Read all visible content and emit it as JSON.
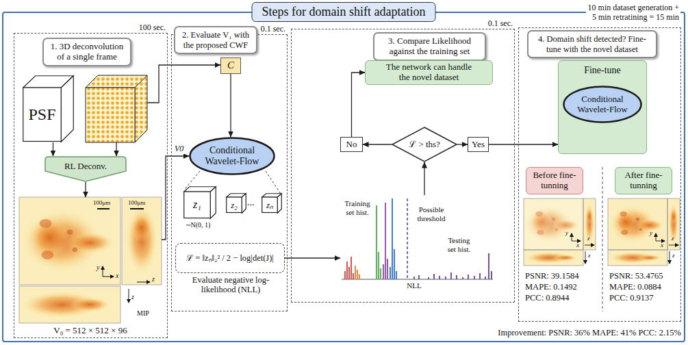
{
  "diagram": {
    "title": "Steps for domain shift adaptation",
    "nodes": [
      {
        "text": [
          "100 sec."
        ]
      },
      {
        "text": [
          "1. 3D deconvolution of a single frame"
        ],
        "in": 0
      },
      {
        "text": [
          "PSF"
        ],
        "in": 0
      },
      {
        "text": [
          "RL Deconv."
        ],
        "in": 0
      },
      {
        "text": [
          "V₀ = 512 × 512 × 96"
        ],
        "in": 0
      },
      {
        "text": [
          "0.1 sec."
        ]
      },
      {
        "text": [
          "2. Evaluate V₁ with the proposed CWF"
        ],
        "in": 5
      },
      {
        "text": [
          "C"
        ],
        "in": 5
      },
      {
        "text": [
          "Conditional Wavelet-Flow"
        ],
        "in": 5
      },
      {
        "text": [
          "z₁",
          "∼N(0, 1)"
        ],
        "in": 5
      },
      {
        "text": [
          "z₂"
        ],
        "in": 5
      },
      {
        "text": [
          "zₙ"
        ],
        "in": 5
      },
      {
        "text": [
          "ℒ = ‖zₙ‖₂² / 2 − log|det(J)|",
          "Evaluate negative log-likelihood (NLL)"
        ],
        "in": 5
      },
      {
        "text": [
          "0.1 sec."
        ]
      },
      {
        "text": [
          "3. Compare Likelihood against the training set"
        ],
        "in": 13
      },
      {
        "text": [
          "The network can handle the novel dataset"
        ],
        "in": 13
      },
      {
        "text": [
          "No"
        ],
        "in": 13
      },
      {
        "text": [
          "ℒ > ths?"
        ],
        "in": 13
      },
      {
        "text": [
          "Yes"
        ],
        "in": 13
      },
      {
        "text": [
          "Training set hist.",
          "Possible threshold",
          "Testing set hist.",
          "NLL"
        ],
        "in": 13
      },
      {
        "text": [
          "10 min dataset generation + 5 min retratining = 15 min"
        ]
      },
      {
        "text": [
          "4. Domain shift detected? Fine-tune with the novel dataset"
        ],
        "in": 20
      },
      {
        "text": [
          "Fine-tune"
        ],
        "in": 20
      },
      {
        "text": [
          "Conditional Wavelet-Flow"
        ],
        "in": 22
      },
      {
        "text": [
          "Before fine-tunning"
        ],
        "in": 20
      },
      {
        "text": [
          "After fine-tunning"
        ],
        "in": 20
      }
    ],
    "edges": [
      {
        "from": 2,
        "to": 3,
        "arrow": "to"
      },
      {
        "from": 3,
        "to": 4,
        "arrow": "to"
      },
      {
        "from": 4,
        "to": 8,
        "label": "V0",
        "arrow": "to"
      },
      {
        "from": 7,
        "to": 8,
        "arrow": "to"
      },
      {
        "from": 12,
        "to": 19,
        "arrow": "to"
      },
      {
        "from": 19,
        "to": 17,
        "arrow": "to"
      },
      {
        "from": 17,
        "to": 16,
        "arrow": "to"
      },
      {
        "from": 16,
        "to": 15,
        "arrow": "to"
      },
      {
        "from": 17,
        "to": 18,
        "arrow": "to"
      },
      {
        "from": 18,
        "to": 22,
        "arrow": "to"
      }
    ],
    "labels": [
      "100μm",
      "100μm",
      "y",
      "x",
      "z",
      "z",
      "MIP",
      "...",
      "y",
      "x",
      "z",
      "z",
      "PSNR: 39.1584",
      "MAPE: 0.1492",
      "PCC: 0.8944",
      "y",
      "x",
      "z",
      "z",
      "PSNR: 53.4765",
      "MAPE: 0.0884",
      "PCC: 0.9137",
      "Improvement: PSNR: 36% MAPE: 41% PCC: 2.15%"
    ]
  }
}
